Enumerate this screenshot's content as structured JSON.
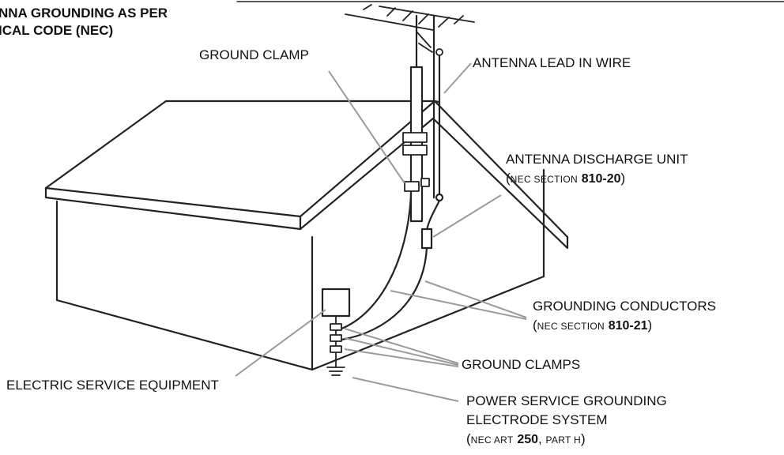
{
  "title": {
    "line1": "NNA GROUNDING AS PER",
    "line2": "ICAL CODE (NEC)"
  },
  "labels": {
    "ground_clamp": "GROUND CLAMP",
    "antenna_lead_in_wire": "ANTENNA LEAD IN WIRE",
    "antenna_discharge_unit": {
      "line1": "ANTENNA DISCHARGE UNIT",
      "paren_open": "(",
      "ref_text": "NEC SECTION",
      "ref_num": "810-20",
      "paren_close": ")"
    },
    "grounding_conductors": {
      "line1": "GROUNDING CONDUCTORS",
      "paren_open": "(",
      "ref_text": "NEC SECTION",
      "ref_num": "810-21",
      "paren_close": ")"
    },
    "ground_clamps": "GROUND CLAMPS",
    "electric_service_equipment": "ELECTRIC SERVICE EQUIPMENT",
    "power_service_grounding": {
      "line1": "POWER SERVICE GROUNDING",
      "line2": "ELECTRODE SYSTEM",
      "paren_open": "(",
      "ref_text": "NEC ART",
      "ref_num": "250",
      "ref_sep": ",",
      "ref_part": "PART H",
      "paren_close": ")"
    }
  },
  "colors": {
    "line": "#222222",
    "leader": "#9a9a9a",
    "text": "#111111",
    "background": "#ffffff"
  }
}
